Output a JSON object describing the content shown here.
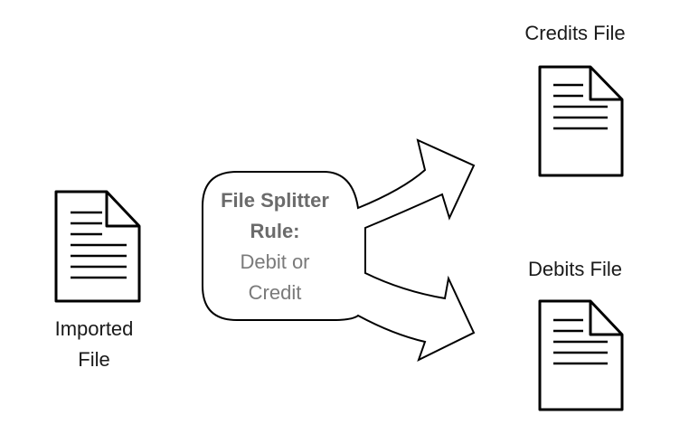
{
  "imported_file": {
    "icon": "document-icon",
    "label_line1": "Imported",
    "label_line2": "File"
  },
  "splitter": {
    "title_line1": "File Splitter",
    "title_line2": "Rule:",
    "desc_line1": "Debit or",
    "desc_line2": "Credit"
  },
  "credits_file": {
    "icon": "document-icon",
    "label": "Credits File"
  },
  "debits_file": {
    "icon": "document-icon",
    "label": "Debits File"
  },
  "colors": {
    "stroke": "#000000",
    "fill": "#ffffff",
    "text": "#1a1a1a",
    "rule_text": "#6b6b6b"
  }
}
